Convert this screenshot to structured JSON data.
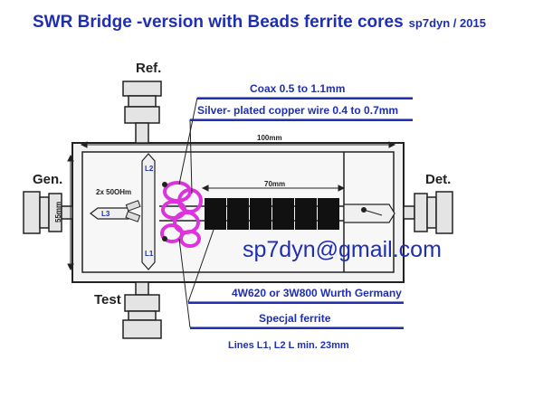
{
  "title": {
    "main": "SWR Bridge -version with Beads ferrite cores",
    "sub": "sp7dyn / 2015"
  },
  "ports": {
    "ref": "Ref.",
    "gen": "Gen.",
    "det": "Det.",
    "test": "Test"
  },
  "annotations": {
    "coax": "Coax 0.5 to 1.1mm",
    "wire": "Silver- plated copper wire 0.4 to 0.7mm",
    "wurth": "4W620 or 3W800 Wurth Germany",
    "ferrite": "Specjal ferrite",
    "lines": "Lines L1, L2 L min. 23mm"
  },
  "dimensions": {
    "width": "100mm",
    "height": "55mm",
    "line": "70mm"
  },
  "components": {
    "resistors": "2x 50OHm",
    "l1": "L1",
    "l2": "L2",
    "l3": "L3"
  },
  "email": "sp7dyn@gmail.com",
  "colors": {
    "title": "#1f2fb0",
    "bead": "#dd33dd",
    "ferrite": "#111111",
    "body": "#ececec"
  }
}
